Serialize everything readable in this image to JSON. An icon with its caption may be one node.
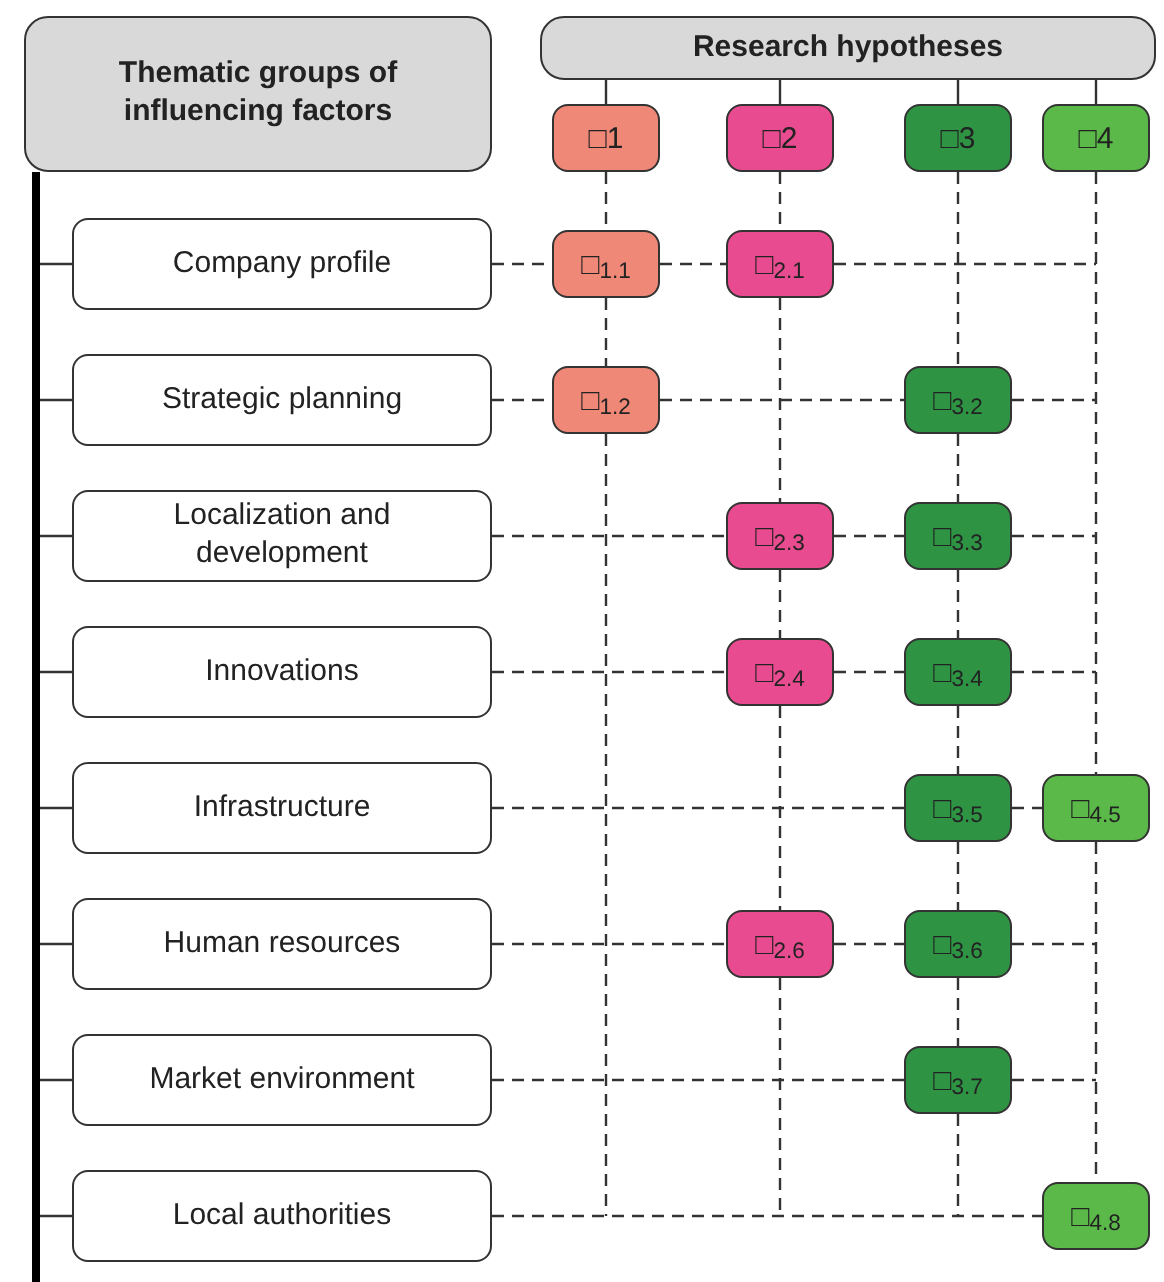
{
  "diagram": {
    "nodes": [
      {
        "text": [
          "Thematic groups of influencing factors"
        ]
      },
      {
        "text": [
          "Research hypotheses"
        ]
      },
      {
        "text": [
          "□1"
        ]
      },
      {
        "text": [
          "□2"
        ]
      },
      {
        "text": [
          "□3"
        ]
      },
      {
        "text": [
          "□4"
        ]
      },
      {
        "text": [
          "Company profile"
        ]
      },
      {
        "text": [
          "Strategic planning"
        ]
      },
      {
        "text": [
          "Localization and development"
        ]
      },
      {
        "text": [
          "Innovations"
        ]
      },
      {
        "text": [
          "Infrastructure"
        ]
      },
      {
        "text": [
          "Human resources"
        ]
      },
      {
        "text": [
          "Market environment"
        ]
      },
      {
        "text": [
          "Local authorities"
        ]
      },
      {
        "text": [
          "□$_{1.1}$"
        ]
      },
      {
        "text": [
          "□$_{2.1}$"
        ]
      },
      {
        "text": [
          "□$_{1.2}$"
        ]
      },
      {
        "text": [
          "□$_{3.2}$"
        ]
      },
      {
        "text": [
          "□$_{2.3}$"
        ]
      },
      {
        "text": [
          "□$_{3.3}$"
        ]
      },
      {
        "text": [
          "□$_{2.4}$"
        ]
      },
      {
        "text": [
          "□$_{3.4}$"
        ]
      },
      {
        "text": [
          "□$_{3.5}$"
        ]
      },
      {
        "text": [
          "□$_{4.5}$"
        ]
      },
      {
        "text": [
          "□$_{2.6}$"
        ]
      },
      {
        "text": [
          "□$_{3.6}$"
        ]
      },
      {
        "text": [
          "□$_{3.7}$"
        ]
      },
      {
        "text": [
          "□$_{4.8}$"
        ]
      }
    ],
    "edges": [
      {
        "from": 0,
        "to": 6,
        "arrow": "none"
      },
      {
        "from": 0,
        "to": 7,
        "arrow": "none"
      },
      {
        "from": 0,
        "to": 8,
        "arrow": "none"
      },
      {
        "from": 0,
        "to": 9,
        "arrow": "none"
      },
      {
        "from": 0,
        "to": 10,
        "arrow": "none"
      },
      {
        "from": 0,
        "to": 11,
        "arrow": "none"
      },
      {
        "from": 0,
        "to": 12,
        "arrow": "none"
      },
      {
        "from": 0,
        "to": 13,
        "arrow": "none"
      },
      {
        "from": 1,
        "to": 2,
        "arrow": "none"
      },
      {
        "from": 1,
        "to": 3,
        "arrow": "none"
      },
      {
        "from": 1,
        "to": 4,
        "arrow": "none"
      },
      {
        "from": 1,
        "to": 5,
        "arrow": "none"
      },
      {
        "from": 6,
        "to": 14,
        "arrow": "none",
        "style": "dashed"
      },
      {
        "from": 14,
        "to": 15,
        "arrow": "none",
        "style": "dashed"
      },
      {
        "from": 15,
        "to": null,
        "arrow": "none",
        "style": "dashed"
      },
      {
        "from": 7,
        "to": 16,
        "arrow": "none",
        "style": "dashed"
      },
      {
        "from": 16,
        "to": 17,
        "arrow": "none",
        "style": "dashed"
      },
      {
        "from": 17,
        "to": null,
        "arrow": "none",
        "style": "dashed"
      },
      {
        "from": 8,
        "to": 18,
        "arrow": "none",
        "style": "dashed"
      },
      {
        "from": 18,
        "to": 19,
        "arrow": "none",
        "style": "dashed"
      },
      {
        "from": 19,
        "to": null,
        "arrow": "none",
        "style": "dashed"
      },
      {
        "from": 9,
        "to": 20,
        "arrow": "none",
        "style": "dashed"
      },
      {
        "from": 20,
        "to": 21,
        "arrow": "none",
        "style": "dashed"
      },
      {
        "from": 21,
        "to": null,
        "arrow": "none",
        "style": "dashed"
      },
      {
        "from": 10,
        "to": 22,
        "arrow": "none",
        "style": "dashed"
      },
      {
        "from": 22,
        "to": 23,
        "arrow": "none",
        "style": "dashed"
      },
      {
        "from": 11,
        "to": 24,
        "arrow": "none",
        "style": "dashed"
      },
      {
        "from": 24,
        "to": 25,
        "arrow": "none",
        "style": "dashed"
      },
      {
        "from": 25,
        "to": null,
        "arrow": "none",
        "style": "dashed"
      },
      {
        "from": 12,
        "to": 26,
        "arrow": "none",
        "style": "dashed"
      },
      {
        "from": 26,
        "to": null,
        "arrow": "none",
        "style": "dashed"
      },
      {
        "from": 13,
        "to": 27,
        "arrow": "none",
        "style": "dashed"
      },
      {
        "from": 2,
        "to": 14,
        "arrow": "none",
        "style": "dashed"
      },
      {
        "from": 14,
        "to": 16,
        "arrow": "none",
        "style": "dashed"
      },
      {
        "from": 16,
        "to": null,
        "arrow": "none",
        "style": "dashed"
      },
      {
        "from": 3,
        "to": 15,
        "arrow": "none",
        "style": "dashed"
      },
      {
        "from": 15,
        "to": 18,
        "arrow": "none",
        "style": "dashed"
      },
      {
        "from": 18,
        "to": 20,
        "arrow": "none",
        "style": "dashed"
      },
      {
        "from": 20,
        "to": 24,
        "arrow": "none",
        "style": "dashed"
      },
      {
        "from": 24,
        "to": null,
        "arrow": "none",
        "style": "dashed"
      },
      {
        "from": 4,
        "to": 17,
        "arrow": "none",
        "style": "dashed"
      },
      {
        "from": 17,
        "to": 19,
        "arrow": "none",
        "style": "dashed"
      },
      {
        "from": 19,
        "to": 21,
        "arrow": "none",
        "style": "dashed"
      },
      {
        "from": 21,
        "to": 22,
        "arrow": "none",
        "style": "dashed"
      },
      {
        "from": 22,
        "to": 25,
        "arrow": "none",
        "style": "dashed"
      },
      {
        "from": 25,
        "to": 26,
        "arrow": "none",
        "style": "dashed"
      },
      {
        "from": 26,
        "to": null,
        "arrow": "none",
        "style": "dashed"
      },
      {
        "from": 5,
        "to": 23,
        "arrow": "none",
        "style": "dashed"
      },
      {
        "from": 23,
        "to": 27,
        "arrow": "none",
        "style": "dashed"
      }
    ]
  }
}
